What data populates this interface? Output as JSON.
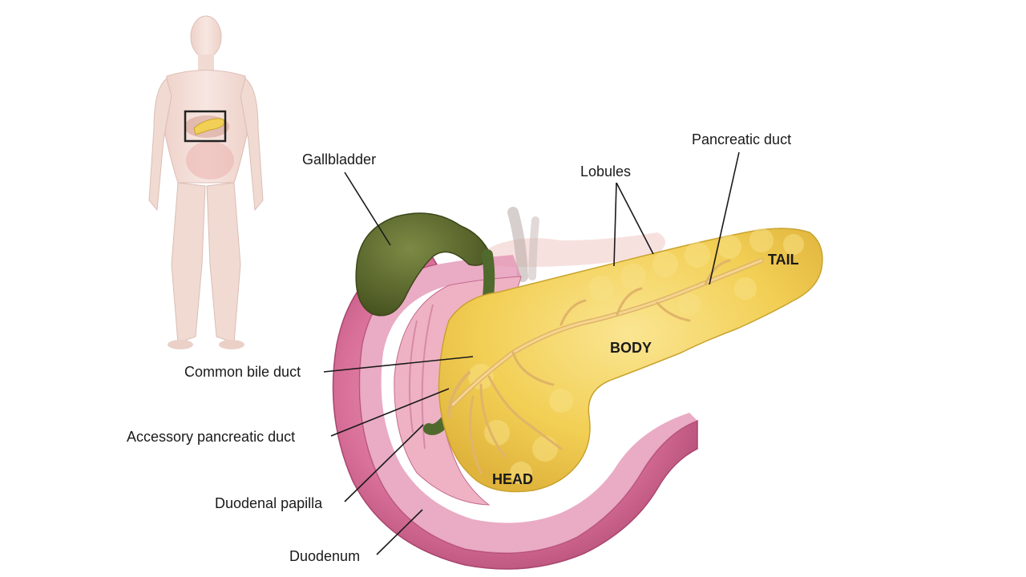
{
  "labels": {
    "gallbladder": "Gallbladder",
    "lobules": "Lobules",
    "pancreatic_duct": "Pancreatic duct",
    "common_bile_duct": "Common bile duct",
    "accessory_pancreatic_duct": "Accessory pancreatic duct",
    "duodenal_papilla": "Duodenal papilla",
    "duodenum": "Duodenum"
  },
  "regions": {
    "head": "HEAD",
    "body": "BODY",
    "tail": "TAIL"
  },
  "colors": {
    "background": "#ffffff",
    "pancreas": "#f2cf55",
    "pancreas_highlight": "#f8e084",
    "duodenum": "#d9719a",
    "duodenum_inner": "#eeb2c4",
    "gallbladder": "#5e6b34",
    "bile_duct": "#4f6a2c",
    "duct": "#e9c37c",
    "skin": "#f3dcd5",
    "locator_box": "#222222"
  }
}
